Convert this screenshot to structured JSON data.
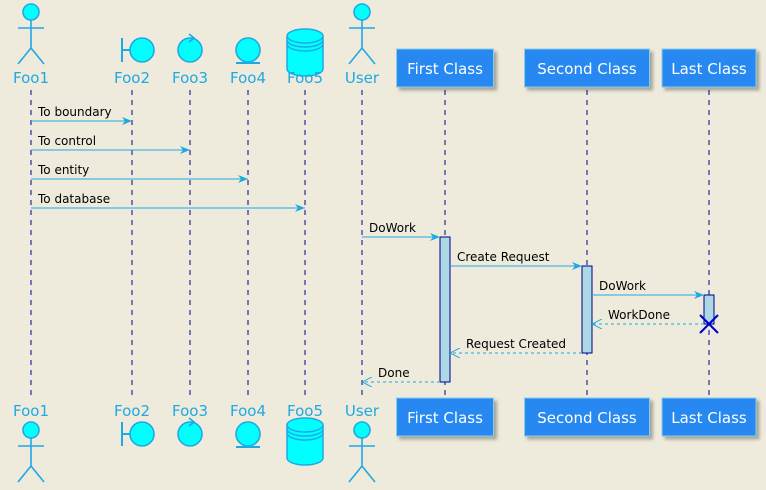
{
  "participants": [
    {
      "id": "foo1",
      "label": "Foo1",
      "type": "actor"
    },
    {
      "id": "foo2",
      "label": "Foo2",
      "type": "boundary"
    },
    {
      "id": "foo3",
      "label": "Foo3",
      "type": "control"
    },
    {
      "id": "foo4",
      "label": "Foo4",
      "type": "entity"
    },
    {
      "id": "foo5",
      "label": "Foo5",
      "type": "database"
    },
    {
      "id": "user",
      "label": "User",
      "type": "actor"
    },
    {
      "id": "first",
      "label": "First Class",
      "type": "participant"
    },
    {
      "id": "second",
      "label": "Second Class",
      "type": "participant"
    },
    {
      "id": "last",
      "label": "Last Class",
      "type": "participant"
    }
  ],
  "messages": [
    {
      "from": "foo1",
      "to": "foo2",
      "label": "To boundary",
      "style": "sync"
    },
    {
      "from": "foo1",
      "to": "foo3",
      "label": "To control",
      "style": "sync"
    },
    {
      "from": "foo1",
      "to": "foo4",
      "label": "To entity",
      "style": "sync"
    },
    {
      "from": "foo1",
      "to": "foo5",
      "label": "To database",
      "style": "sync"
    },
    {
      "from": "user",
      "to": "first",
      "label": "DoWork",
      "style": "sync"
    },
    {
      "from": "first",
      "to": "second",
      "label": "Create Request",
      "style": "sync"
    },
    {
      "from": "second",
      "to": "last",
      "label": "DoWork",
      "style": "sync"
    },
    {
      "from": "last",
      "to": "second",
      "label": "WorkDone",
      "style": "return"
    },
    {
      "from": "second",
      "to": "first",
      "label": "Request Created",
      "style": "return"
    },
    {
      "from": "first",
      "to": "user",
      "label": "Done",
      "style": "return"
    }
  ],
  "colors": {
    "background": "#EEEBDC",
    "arrow": "#1FA9E3",
    "participant_fill": "#2688F0",
    "participant_border": "#87CEEB",
    "icon_fill": "#00FFFF",
    "activation_fill": "#ADD8E6",
    "lifeline": "#00008B",
    "destroy": "#0000CD"
  }
}
